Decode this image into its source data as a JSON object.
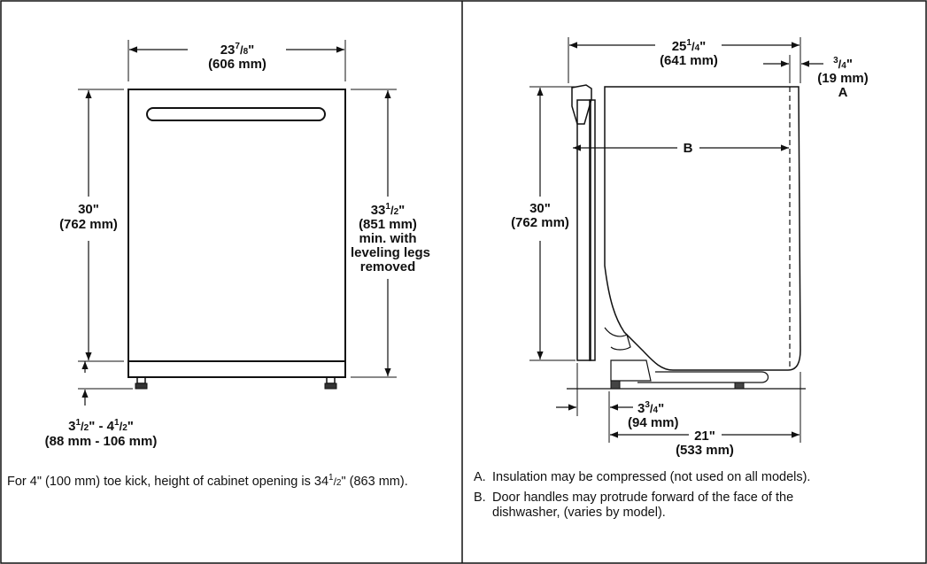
{
  "front_view": {
    "width": {
      "whole": "23",
      "num": "7",
      "den": "8",
      "unit": "\"",
      "mm": "(606 mm)"
    },
    "height": {
      "inches": "30\"",
      "mm": "(762 mm)"
    },
    "opening": {
      "whole": "33",
      "num": "1",
      "den": "2",
      "unit": "\"",
      "mm": "(851 mm)",
      "line3": "min. with",
      "line4": "leveling legs",
      "line5": "removed"
    },
    "leg_range": {
      "w1": "3",
      "n1": "1",
      "d1": "2",
      "sep": "\" - ",
      "w2": "4",
      "n2": "1",
      "d2": "2",
      "unit": "\"",
      "mm": "(88 mm - 106 mm)"
    },
    "footnote": {
      "pre": "For 4\" (100 mm) toe kick, height of cabinet opening is 34",
      "num": "1",
      "den": "2",
      "post": "\" (863 mm)."
    }
  },
  "side_view": {
    "depth": {
      "whole": "25",
      "num": "1",
      "den": "4",
      "unit": "\"",
      "mm": "(641 mm)"
    },
    "insulation": {
      "num": "3",
      "den": "4",
      "unit": "\"",
      "mm": "(19 mm)",
      "letter": "A"
    },
    "handle_label": "B",
    "height": {
      "inches": "30\"",
      "mm": "(762 mm)"
    },
    "toe": {
      "whole": "3",
      "num": "3",
      "den": "4",
      "unit": "\"",
      "mm": "(94 mm)"
    },
    "base_depth": {
      "inches": "21\"",
      "mm": "(533 mm)"
    },
    "notes": [
      {
        "letter": "A.",
        "text": "Insulation may be compressed (not used on all models)."
      },
      {
        "letter": "B.",
        "text": "Door handles may protrude forward of the face of the",
        "text2": "dishwasher, (varies by model)."
      }
    ]
  }
}
